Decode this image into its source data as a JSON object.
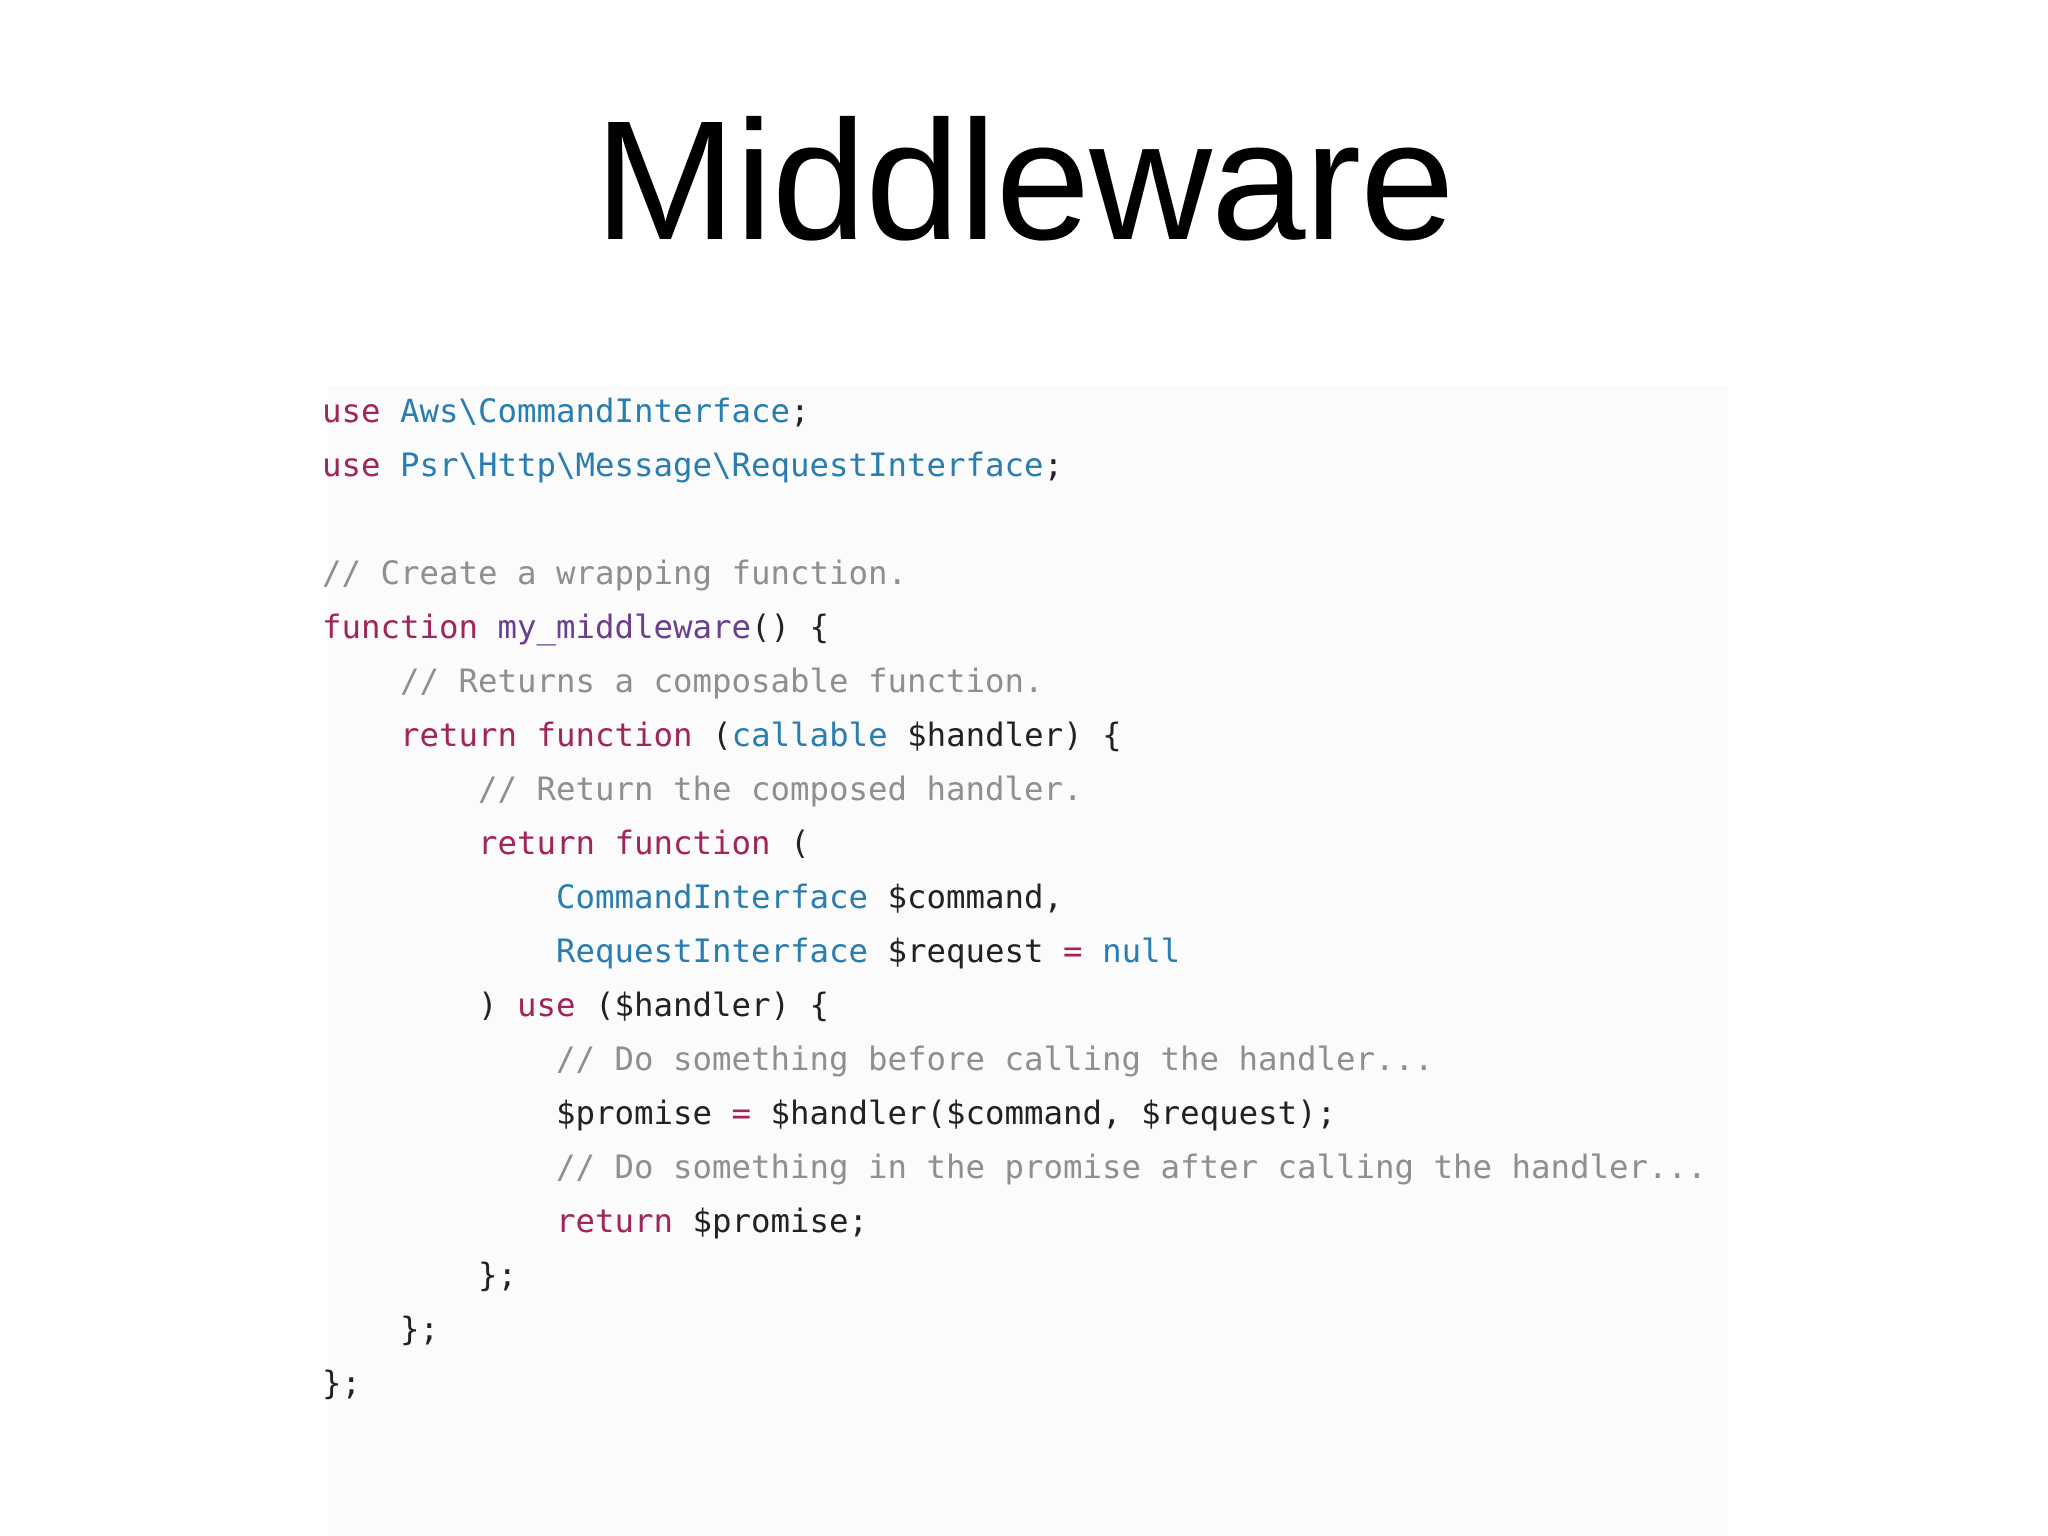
{
  "slide": {
    "title": "Middleware"
  },
  "colors": {
    "keyword": "#a0255a",
    "type": "#2a7db1",
    "function_name": "#6b3f8f",
    "comment": "#8f8f8f",
    "plain": "#222222",
    "code_background": "#fbfbfb"
  },
  "code": {
    "language": "php",
    "lines": [
      [
        {
          "t": "keyword",
          "v": "use"
        },
        {
          "t": "plain",
          "v": " "
        },
        {
          "t": "type",
          "v": "Aws\\CommandInterface"
        },
        {
          "t": "plain",
          "v": ";"
        }
      ],
      [
        {
          "t": "keyword",
          "v": "use"
        },
        {
          "t": "plain",
          "v": " "
        },
        {
          "t": "type",
          "v": "Psr\\Http\\Message\\RequestInterface"
        },
        {
          "t": "plain",
          "v": ";"
        }
      ],
      [],
      [
        {
          "t": "comment",
          "v": "// Create a wrapping function."
        }
      ],
      [
        {
          "t": "keyword",
          "v": "function"
        },
        {
          "t": "plain",
          "v": " "
        },
        {
          "t": "function",
          "v": "my_middleware"
        },
        {
          "t": "plain",
          "v": "() {"
        }
      ],
      [
        {
          "t": "plain",
          "v": "    "
        },
        {
          "t": "comment",
          "v": "// Returns a composable function."
        }
      ],
      [
        {
          "t": "plain",
          "v": "    "
        },
        {
          "t": "keyword",
          "v": "return"
        },
        {
          "t": "plain",
          "v": " "
        },
        {
          "t": "keyword",
          "v": "function"
        },
        {
          "t": "plain",
          "v": " ("
        },
        {
          "t": "type",
          "v": "callable"
        },
        {
          "t": "plain",
          "v": " $handler) {"
        }
      ],
      [
        {
          "t": "plain",
          "v": "        "
        },
        {
          "t": "comment",
          "v": "// Return the composed handler."
        }
      ],
      [
        {
          "t": "plain",
          "v": "        "
        },
        {
          "t": "keyword",
          "v": "return"
        },
        {
          "t": "plain",
          "v": " "
        },
        {
          "t": "keyword",
          "v": "function"
        },
        {
          "t": "plain",
          "v": " ("
        }
      ],
      [
        {
          "t": "plain",
          "v": "            "
        },
        {
          "t": "type",
          "v": "CommandInterface"
        },
        {
          "t": "plain",
          "v": " $command,"
        }
      ],
      [
        {
          "t": "plain",
          "v": "            "
        },
        {
          "t": "type",
          "v": "RequestInterface"
        },
        {
          "t": "plain",
          "v": " $request "
        },
        {
          "t": "operator",
          "v": "="
        },
        {
          "t": "plain",
          "v": " "
        },
        {
          "t": "constant",
          "v": "null"
        }
      ],
      [
        {
          "t": "plain",
          "v": "        ) "
        },
        {
          "t": "keyword",
          "v": "use"
        },
        {
          "t": "plain",
          "v": " ($handler) {"
        }
      ],
      [
        {
          "t": "plain",
          "v": "            "
        },
        {
          "t": "comment",
          "v": "// Do something before calling the handler..."
        }
      ],
      [
        {
          "t": "plain",
          "v": "            $promise "
        },
        {
          "t": "operator",
          "v": "="
        },
        {
          "t": "plain",
          "v": " $handler($command, $request);"
        }
      ],
      [
        {
          "t": "plain",
          "v": "            "
        },
        {
          "t": "comment",
          "v": "// Do something in the promise after calling the handler..."
        }
      ],
      [
        {
          "t": "plain",
          "v": "            "
        },
        {
          "t": "keyword",
          "v": "return"
        },
        {
          "t": "plain",
          "v": " $promise;"
        }
      ],
      [
        {
          "t": "plain",
          "v": "        };"
        }
      ],
      [
        {
          "t": "plain",
          "v": "    };"
        }
      ],
      [
        {
          "t": "plain",
          "v": "};"
        }
      ]
    ]
  }
}
